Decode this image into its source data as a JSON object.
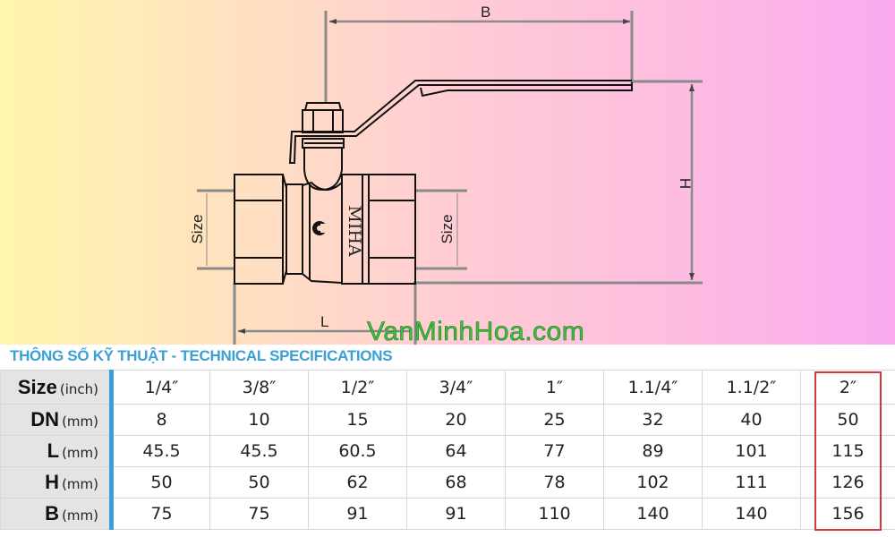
{
  "diagram": {
    "dimension_labels": {
      "B": "B",
      "H": "H",
      "L": "L",
      "size_left": "Size",
      "size_right": "Size"
    },
    "valve_marking": "MIHA",
    "logo_glyph": "M-logo"
  },
  "watermark": "VanMinhHoa.com",
  "spec_table": {
    "title": "THÔNG SỐ KỸ THUẬT - TECHNICAL SPECIFICATIONS",
    "highlight_color": "#d2383c",
    "accent_color": "#3a9fd4",
    "rows": [
      {
        "label": "Size",
        "unit": "(inch)",
        "values": [
          "1/4″",
          "3/8″",
          "1/2″",
          "3/4″",
          "1″",
          "1.1/4″",
          "1.1/2″",
          "2″"
        ]
      },
      {
        "label": "DN",
        "unit": "(mm)",
        "values": [
          "8",
          "10",
          "15",
          "20",
          "25",
          "32",
          "40",
          "50"
        ]
      },
      {
        "label": "L",
        "unit": "(mm)",
        "values": [
          "45.5",
          "45.5",
          "60.5",
          "64",
          "77",
          "89",
          "101",
          "115"
        ]
      },
      {
        "label": "H",
        "unit": "(mm)",
        "values": [
          "50",
          "50",
          "62",
          "68",
          "78",
          "102",
          "111",
          "126"
        ]
      },
      {
        "label": "B",
        "unit": "(mm)",
        "values": [
          "75",
          "75",
          "91",
          "91",
          "110",
          "140",
          "140",
          "156"
        ]
      }
    ],
    "highlighted_column": "2″"
  }
}
